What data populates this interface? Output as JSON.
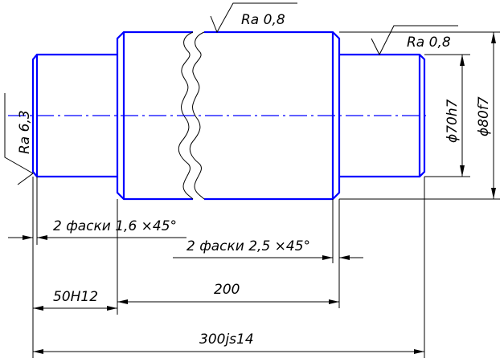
{
  "drawing": {
    "roughness_top_center": "Ra 0,8",
    "roughness_top_right": "Ra 0,8",
    "roughness_left": "Ra 6,3",
    "diameter_small": "ϕ70h7",
    "diameter_large": "ϕ80f7",
    "chamfer_small": "2 фаски 1,6 ×45°",
    "chamfer_large": "2 фаски 2,5 ×45°",
    "length_shoulder": "50H12",
    "length_middle": "200",
    "length_total": "300js14"
  },
  "colors": {
    "contour": "#0000ff",
    "dimension": "#000000",
    "background": "#ffffff"
  }
}
